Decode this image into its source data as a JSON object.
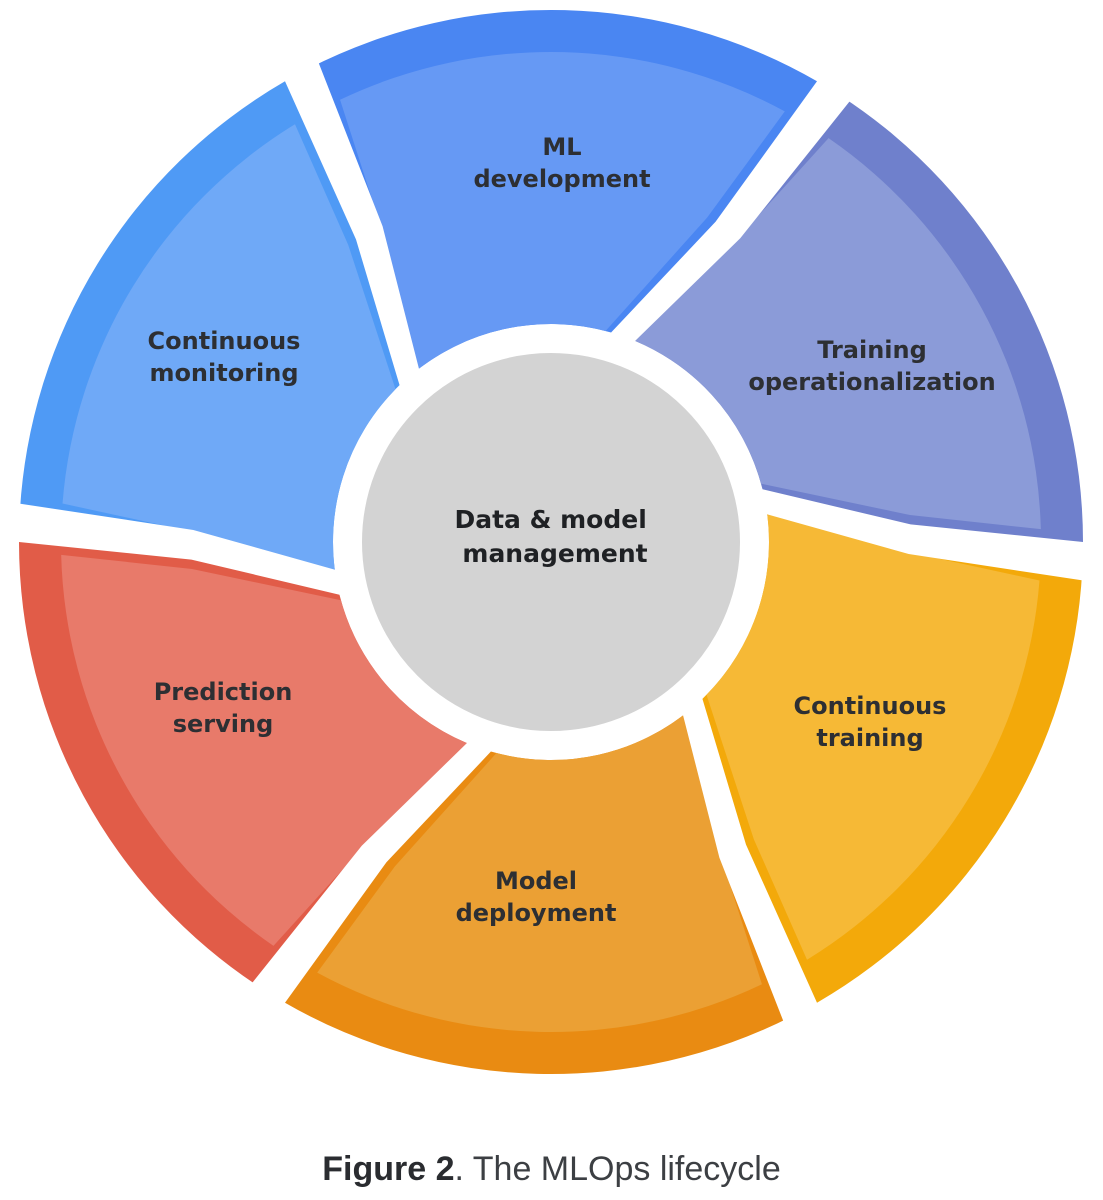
{
  "diagram": {
    "segments": [
      {
        "id": "ml-development",
        "lines": [
          "ML",
          "development"
        ],
        "fill": "#6699f4",
        "rim": "#4a86f2"
      },
      {
        "id": "training-operationalization",
        "lines": [
          "Training",
          "operationalization"
        ],
        "fill": "#8b9bd8",
        "rim": "#6f80cc"
      },
      {
        "id": "continuous-training",
        "lines": [
          "Continuous",
          "training"
        ],
        "fill": "#f6b936",
        "rim": "#f3a90a"
      },
      {
        "id": "model-deployment",
        "lines": [
          "Model",
          "deployment"
        ],
        "fill": "#eba034",
        "rim": "#e98b12"
      },
      {
        "id": "prediction-serving",
        "lines": [
          "Prediction",
          "serving"
        ],
        "fill": "#e87a6a",
        "rim": "#e15c48"
      },
      {
        "id": "continuous-monitoring",
        "lines": [
          "Continuous",
          "monitoring"
        ],
        "fill": "#6fa9f7",
        "rim": "#4f9af5"
      }
    ],
    "center": {
      "lines": [
        "Data & model",
        "management"
      ],
      "fill": "#d3d3d3"
    }
  },
  "caption": {
    "bold": "Figure 2",
    "rest": ". The MLOps lifecycle"
  }
}
